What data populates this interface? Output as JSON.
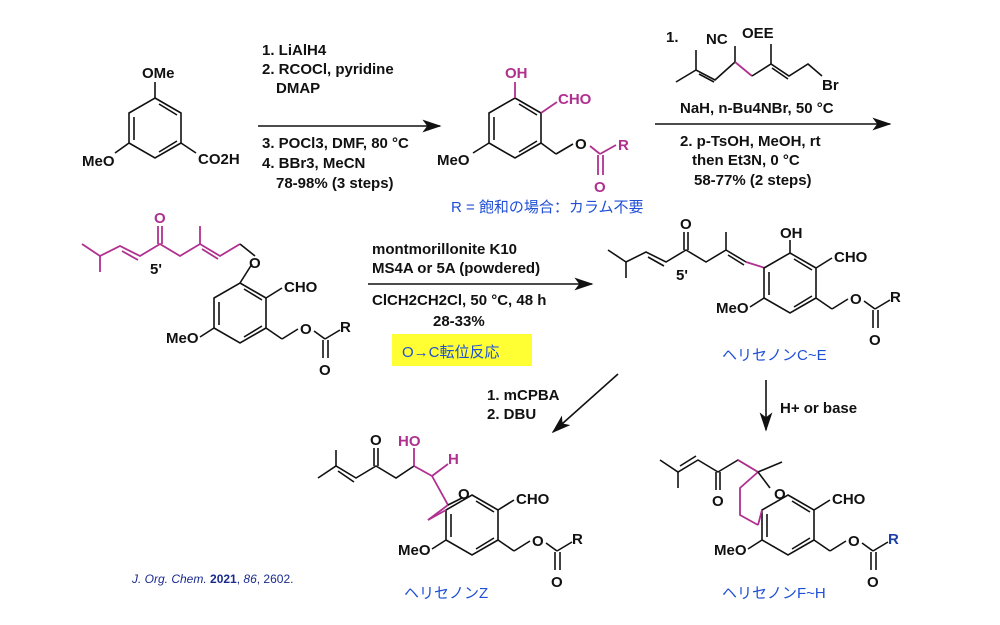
{
  "step1": {
    "above": [
      "1. LiAlH4",
      "2. RCOCl, pyridine",
      "DMAP"
    ],
    "below": [
      "3. POCl3, DMF, 80 °C",
      "4. BBr3, MeCN",
      "78-98% (3 steps)"
    ]
  },
  "compound1": {
    "ome": "OMe",
    "meo": "MeO",
    "acid": "CO2H"
  },
  "compound2": {
    "oh": "OH",
    "cho": "CHO",
    "meo": "MeO",
    "o": "O",
    "r": "R",
    "co": "O",
    "note": "R = 飽和の場合：カラム不要"
  },
  "step2": {
    "num": "1.",
    "reagent_labels": {
      "nc": "NC",
      "oee": "OEE",
      "br": "Br"
    },
    "above": "NaH, n-Bu4NBr, 50 °C",
    "below": [
      "2. p-TsOH, MeOH, rt",
      "then Et3N, 0 °C",
      "58-77% (2 steps)"
    ]
  },
  "compound3": {
    "ketone_o": "O",
    "pos": "5'",
    "ether_o": "O",
    "cho": "CHO",
    "meo": "MeO",
    "o": "O",
    "r": "R",
    "co": "O"
  },
  "step3": {
    "above": [
      "montmorillonite K10",
      "MS4A or 5A (powdered)"
    ],
    "below": [
      "ClCH2CH2Cl, 50 °C, 48 h",
      "28-33%"
    ],
    "highlight": "O→C転位反応",
    "highlight_color": "#ffff33"
  },
  "product_ce": {
    "ketone_o": "O",
    "pos": "5'",
    "oh": "OH",
    "cho": "CHO",
    "meo": "MeO",
    "o": "O",
    "r": "R",
    "co": "O",
    "name": "ヘリセノンC~E"
  },
  "step4": {
    "lines": [
      "1. mCPBA",
      "2. DBU"
    ]
  },
  "step5": {
    "label": "H+ or base"
  },
  "product_z": {
    "ketone_o": "O",
    "ho": "HO",
    "h": "H",
    "ring_o": "O",
    "cho": "CHO",
    "meo": "MeO",
    "o": "O",
    "r": "R",
    "co": "O",
    "name": "ヘリセノンZ"
  },
  "product_fh": {
    "ketone_o": "O",
    "ring_o": "O",
    "cho": "CHO",
    "meo": "MeO",
    "o": "O",
    "r": "R",
    "co": "O",
    "name": "ヘリセノンF~H"
  },
  "citation": {
    "journal": "J. Org. Chem.",
    "year": "2021",
    "volume": "86",
    "pages": ", 2602."
  },
  "colors": {
    "magenta": "#b0308f",
    "blue": "#1f4fd6"
  }
}
